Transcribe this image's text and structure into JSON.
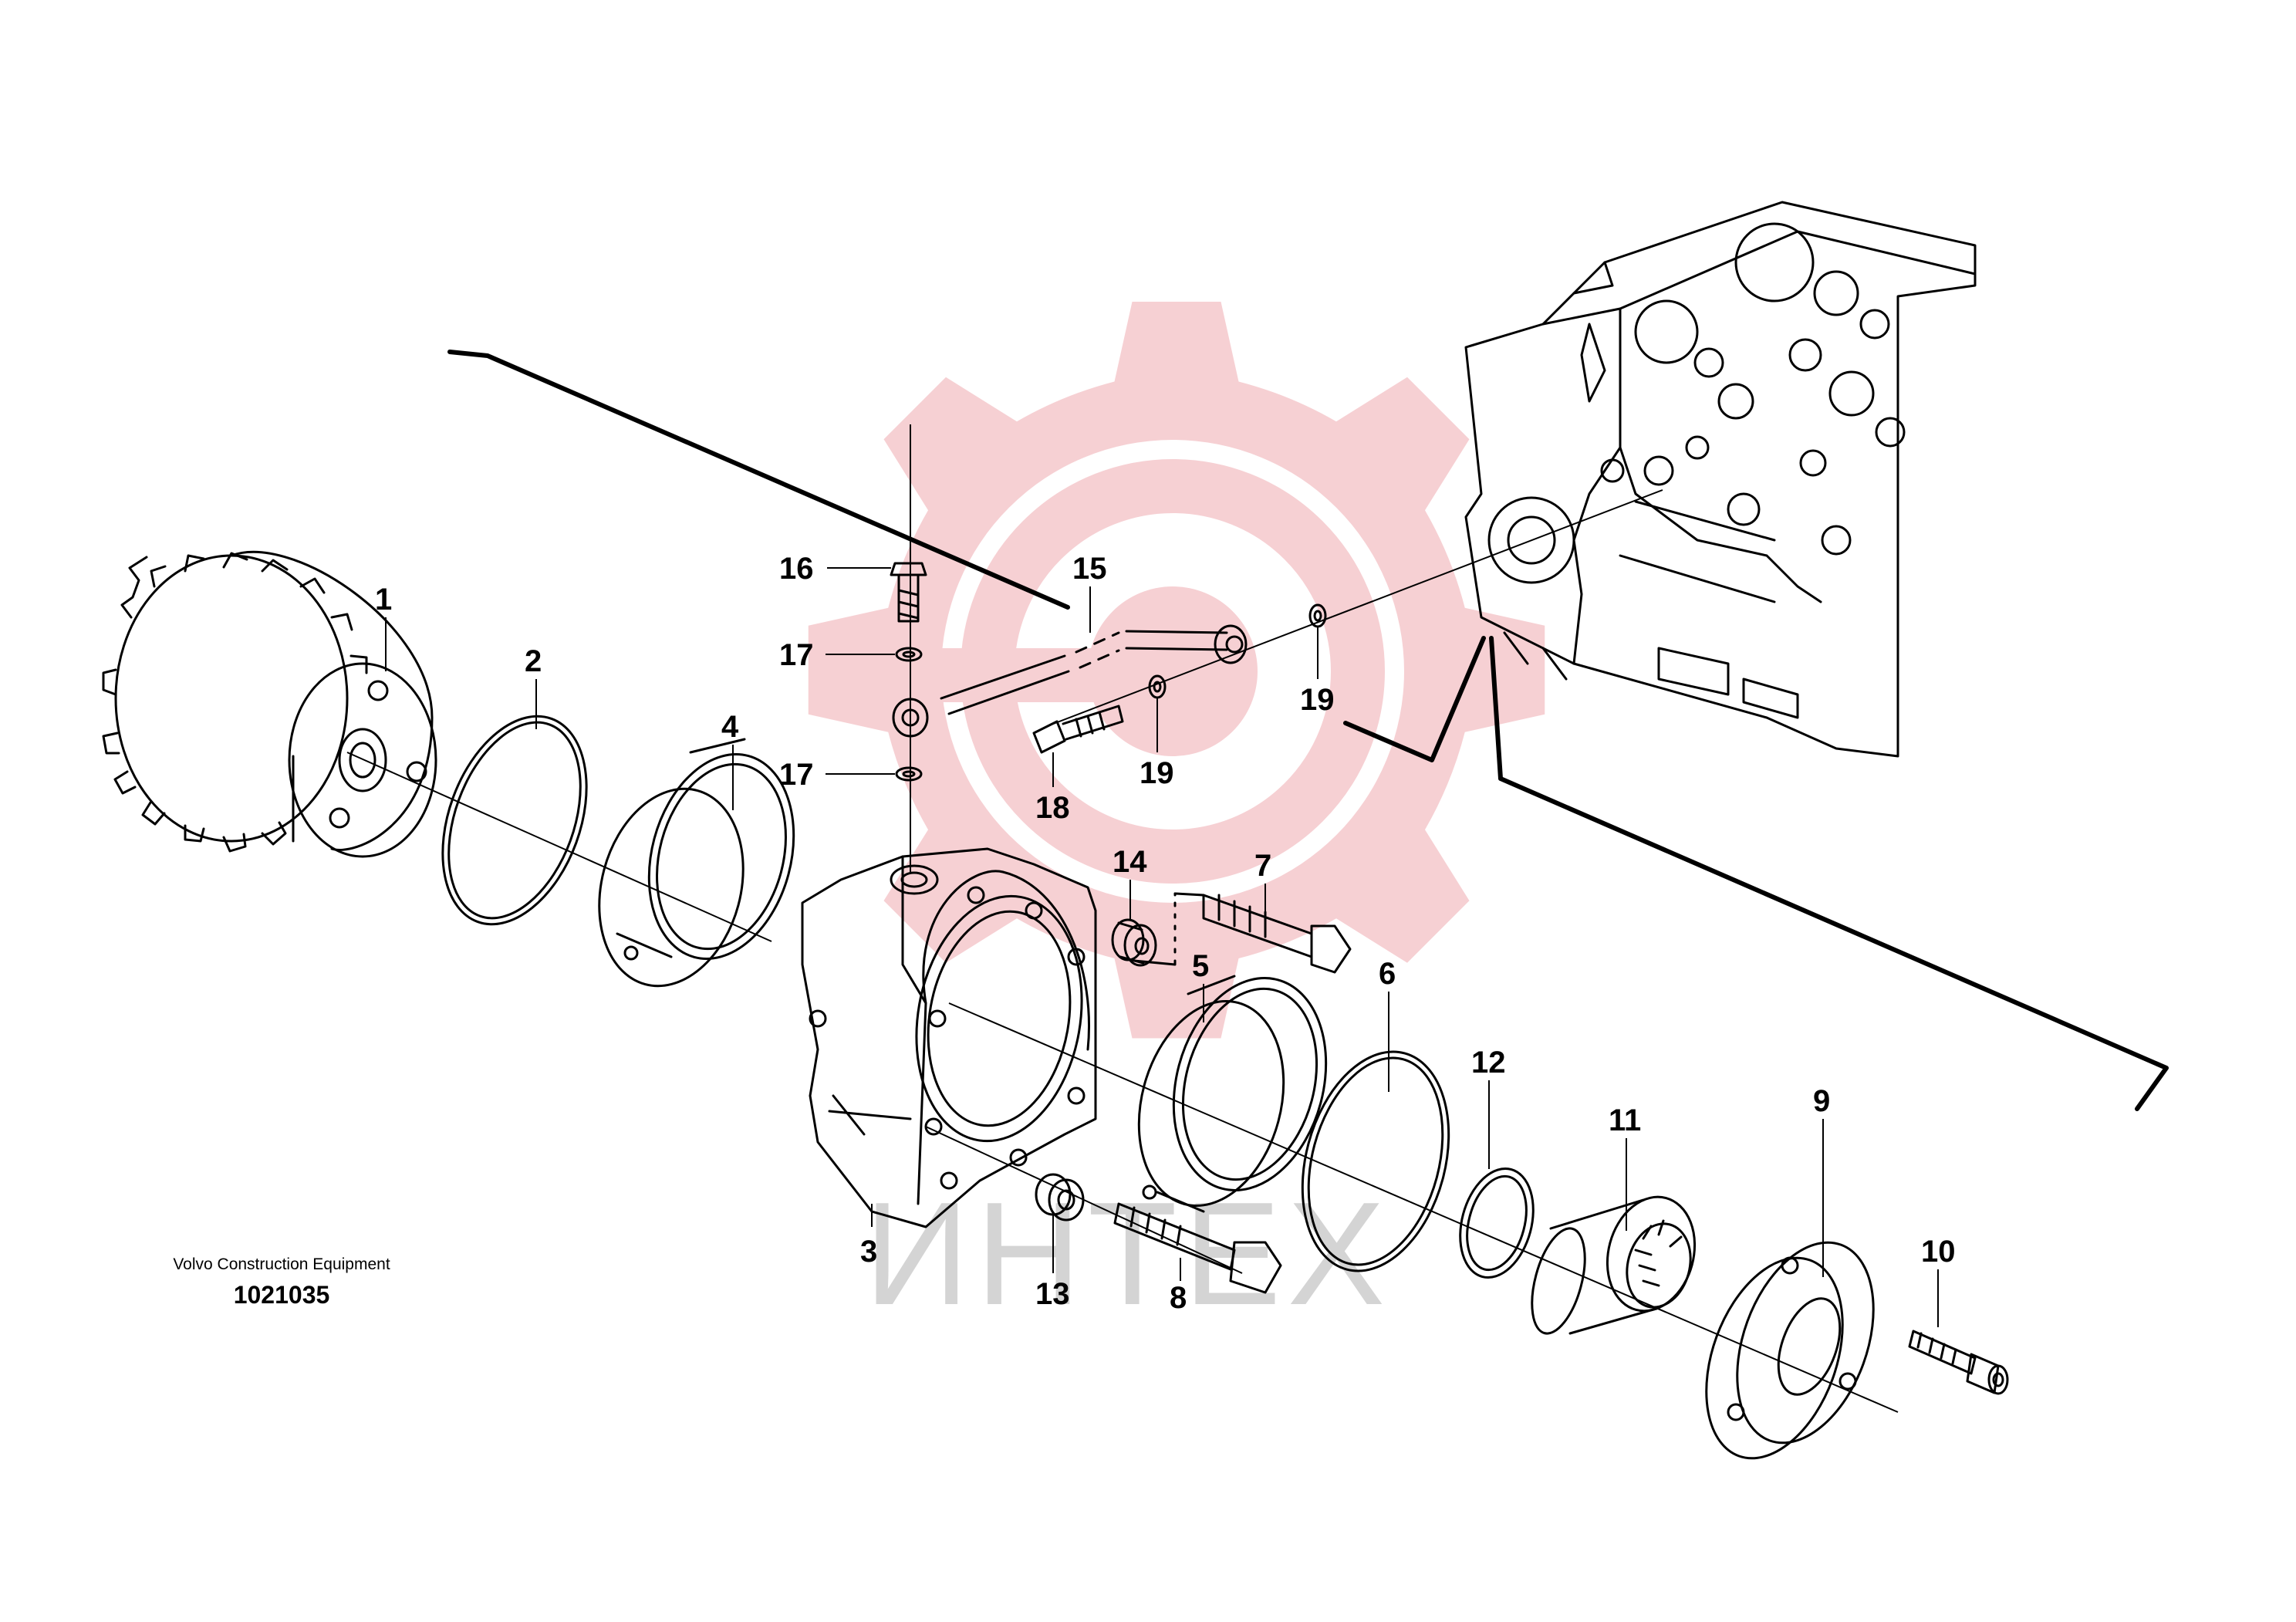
{
  "caption": {
    "maker": "Volvo Construction Equipment",
    "code": "1021035"
  },
  "watermark": {
    "text": "ИНТЕХ",
    "gear_color": "#f5c8cc",
    "text_color": "#d4d4d4"
  },
  "callouts": [
    {
      "id": "c1",
      "label": "1"
    },
    {
      "id": "c2",
      "label": "2"
    },
    {
      "id": "c3",
      "label": "3"
    },
    {
      "id": "c4",
      "label": "4"
    },
    {
      "id": "c5",
      "label": "5"
    },
    {
      "id": "c6",
      "label": "6"
    },
    {
      "id": "c7",
      "label": "7"
    },
    {
      "id": "c8",
      "label": "8"
    },
    {
      "id": "c9",
      "label": "9"
    },
    {
      "id": "c10",
      "label": "10"
    },
    {
      "id": "c11",
      "label": "11"
    },
    {
      "id": "c12",
      "label": "12"
    },
    {
      "id": "c13",
      "label": "13"
    },
    {
      "id": "c14",
      "label": "14"
    },
    {
      "id": "c15",
      "label": "15"
    },
    {
      "id": "c16",
      "label": "16"
    },
    {
      "id": "c17a",
      "label": "17"
    },
    {
      "id": "c17b",
      "label": "17"
    },
    {
      "id": "c18",
      "label": "18"
    },
    {
      "id": "c19a",
      "label": "19"
    },
    {
      "id": "c19b",
      "label": "19"
    }
  ]
}
